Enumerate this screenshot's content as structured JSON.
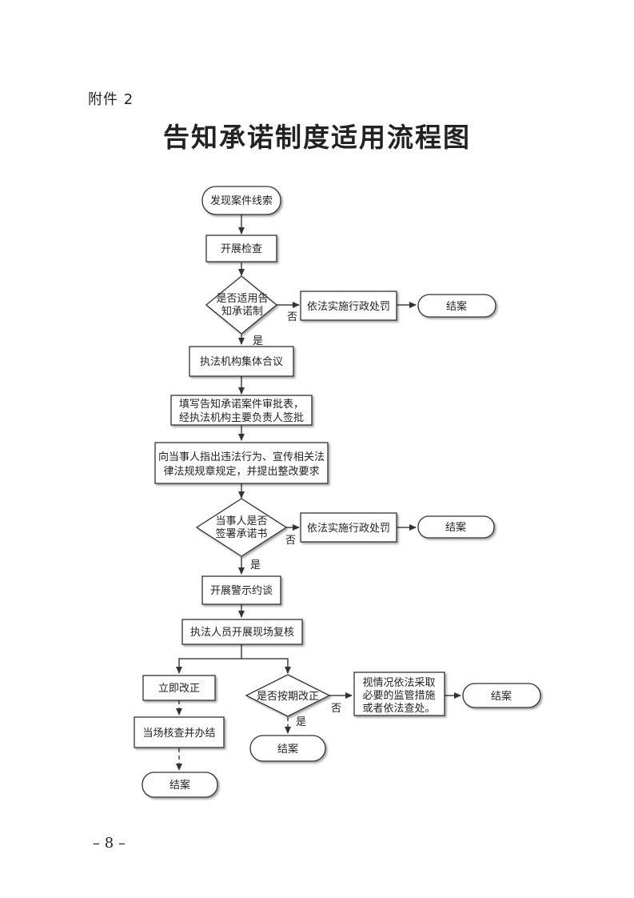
{
  "header": {
    "attachment_label": "附件 2",
    "title": "告知承诺制度适用流程图"
  },
  "flowchart": {
    "start": "发现案件线索",
    "inspect": "开展检查",
    "decision1_line1": "是否适用告",
    "decision1_line2": "知承诺制",
    "penalty1": "依法实施行政处罚",
    "end1": "结案",
    "collective": "执法机构集体合议",
    "approval_line1": "填写告知承诺案件审批表，",
    "approval_line2": "经执法机构主要负责人签批",
    "notify_line1": "向当事人指出违法行为、宣传相关法",
    "notify_line2": "律法规规章规定，并提出整改要求",
    "decision2_line1": "当事人是否",
    "decision2_line2": "签署承诺书",
    "penalty2": "依法实施行政处罚",
    "end2": "结案",
    "warning_talk": "开展警示约谈",
    "review": "执法人员开展现场复核",
    "immediate_fix": "立即改正",
    "onsite_close": "当场核查并办结",
    "end_left": "结案",
    "decision3": "是否按期改正",
    "measures_line1": "视情况依法采取",
    "measures_line2": "必要的监管措施",
    "measures_line3": "或者依法查处。",
    "end_right": "结案",
    "end_mid": "结案",
    "yes": "是",
    "no": "否"
  },
  "footer": {
    "page_number": "– 8 –"
  }
}
